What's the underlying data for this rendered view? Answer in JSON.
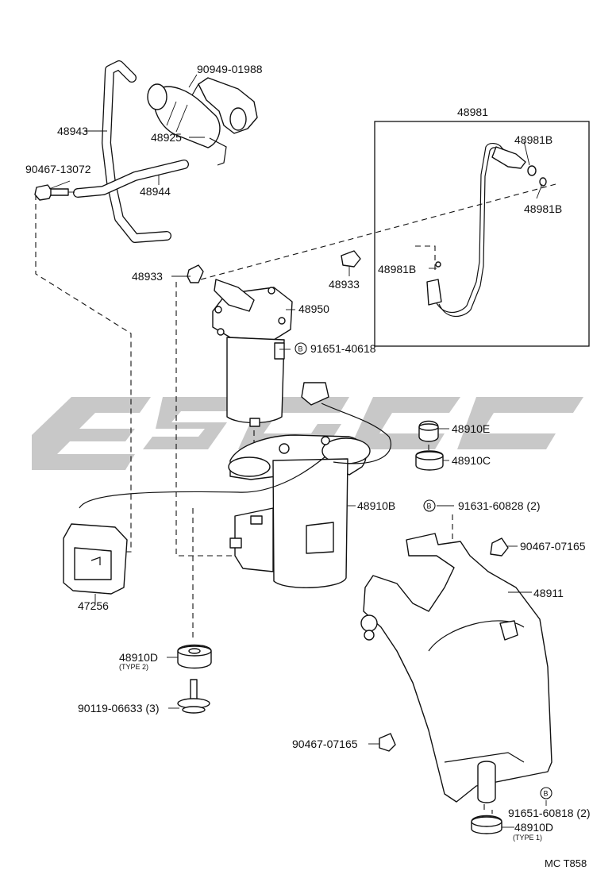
{
  "diagram": {
    "corner_code": "MC T858",
    "box_title": "48981",
    "watermark": "brand-watermark",
    "labels": {
      "p90949_01988": "90949-01988",
      "p48943": "48943",
      "p48925": "48925",
      "p90467_13072": "90467-13072",
      "p48944": "48944",
      "p48933_left": "48933",
      "p48950": "48950",
      "p91651_40618": "91651-40618",
      "p48933_mid": "48933",
      "p48981b_top": "48981B",
      "p48981b_right": "48981B",
      "p48981b_mid": "48981B",
      "p48910e": "48910E",
      "p48910c": "48910C",
      "p91631_60828": "91631-60828 (2)",
      "p48910b": "48910B",
      "p90467_07165_right": "90467-07165",
      "p47256": "47256",
      "p48911": "48911",
      "p48910d_type2": "48910D",
      "type2": "(TYPE 2)",
      "p90119_06633": "90119-06633 (3)",
      "p90467_07165_lower": "90467-07165",
      "p91651_60818": "91651-60818 (2)",
      "p48910d_type1": "48910D",
      "type1": "(TYPE 1)",
      "circle_b": "B"
    }
  }
}
